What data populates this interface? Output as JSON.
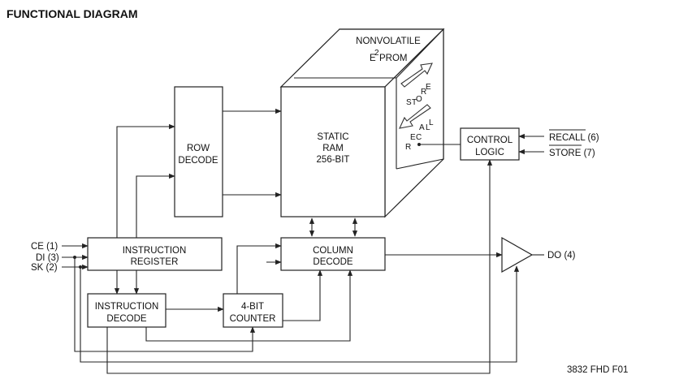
{
  "title": "FUNCTIONAL DIAGRAM",
  "footer_code": "3832 FHD F01",
  "blocks": {
    "row_decode": [
      "ROW",
      "DECODE"
    ],
    "static_ram": [
      "STATIC",
      "RAM",
      "256-BIT"
    ],
    "nonvolatile": {
      "line1": "NONVOLATILE",
      "prefix": "E",
      "superscript": "2",
      "suffix": "PROM"
    },
    "control_logic": [
      "CONTROL",
      "LOGIC"
    ],
    "instruction_register": [
      "INSTRUCTION",
      "REGISTER"
    ],
    "column_decode": [
      "COLUMN",
      "DECODE"
    ],
    "instruction_decode": [
      "INSTRUCTION",
      "DECODE"
    ],
    "counter": [
      "4-BIT",
      "COUNTER"
    ]
  },
  "arrow_labels": {
    "store": [
      "S",
      "T",
      "O",
      "R",
      "E"
    ],
    "recall": [
      "R",
      "E",
      "C",
      "A",
      "L",
      "L"
    ]
  },
  "pins": {
    "ce": "CE (1)",
    "di": "DI (3)",
    "sk": "SK (2)",
    "recall": "RECALL (6)",
    "store": "STORE (7)",
    "do": "DO (4)"
  }
}
